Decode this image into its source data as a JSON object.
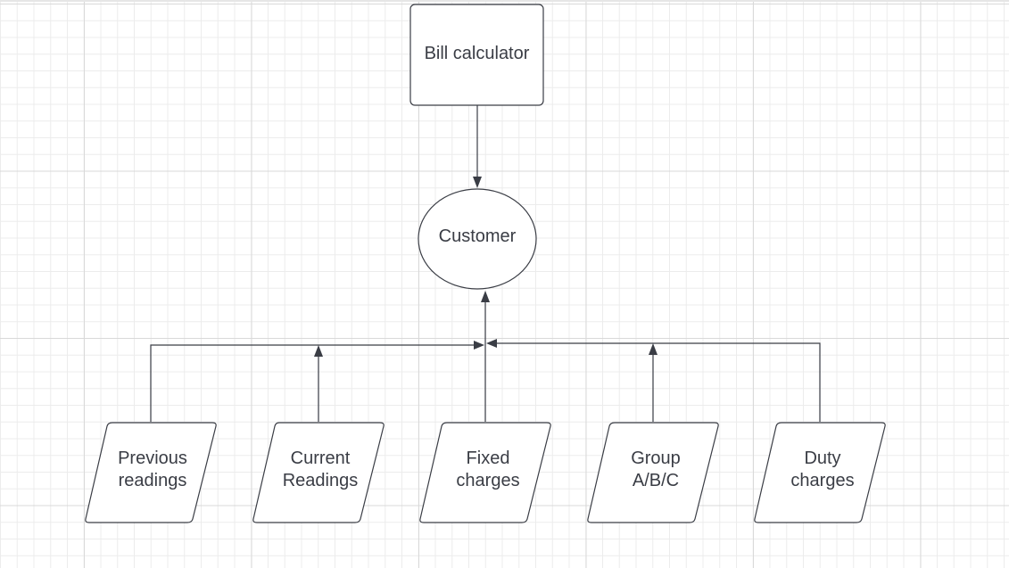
{
  "diagram": {
    "root": {
      "label": "Bill calculator"
    },
    "center": {
      "label": "Customer"
    },
    "inputs": [
      {
        "label": "Previous\nreadings"
      },
      {
        "label": "Current\nReadings"
      },
      {
        "label": "Fixed\ncharges"
      },
      {
        "label": "Group\nA/B/C"
      },
      {
        "label": "Duty\ncharges"
      }
    ]
  },
  "colors": {
    "stroke": "#3a3d45",
    "grid_major": "#d9d9d9",
    "grid_minor": "#ececec",
    "background": "#ffffff"
  }
}
